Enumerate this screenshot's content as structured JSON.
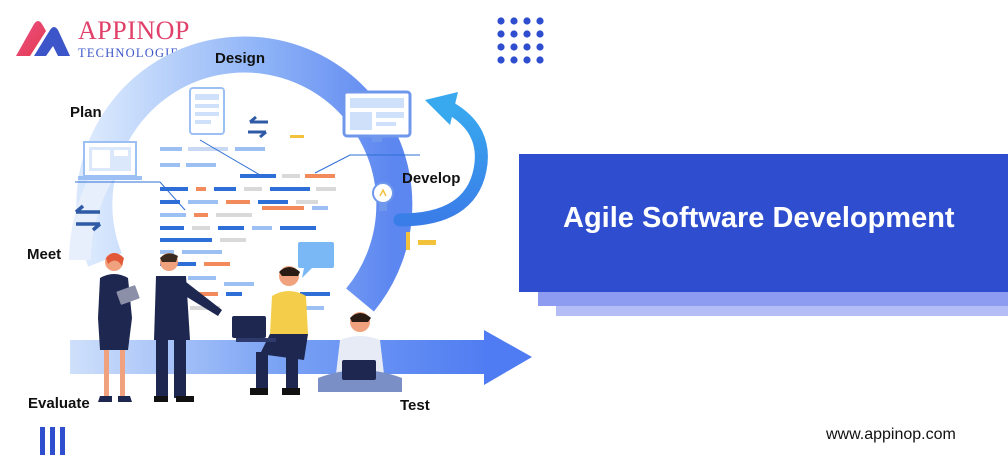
{
  "logo": {
    "name": "APPINOP",
    "subtitle": "TECHNOLOGIES"
  },
  "cycle_labels": {
    "design": "Design",
    "plan": "Plan",
    "develop": "Develop",
    "meet": "Meet",
    "evaluate": "Evaluate",
    "test": "Test"
  },
  "banner": {
    "title": "Agile Software Development"
  },
  "footer": {
    "website": "www.appinop.com"
  },
  "colors": {
    "brand_pink": "#e0406a",
    "brand_blue": "#2f4ecf",
    "arrow_blue": "#4f7cf2",
    "cycle_light": "#cfe0fb"
  }
}
